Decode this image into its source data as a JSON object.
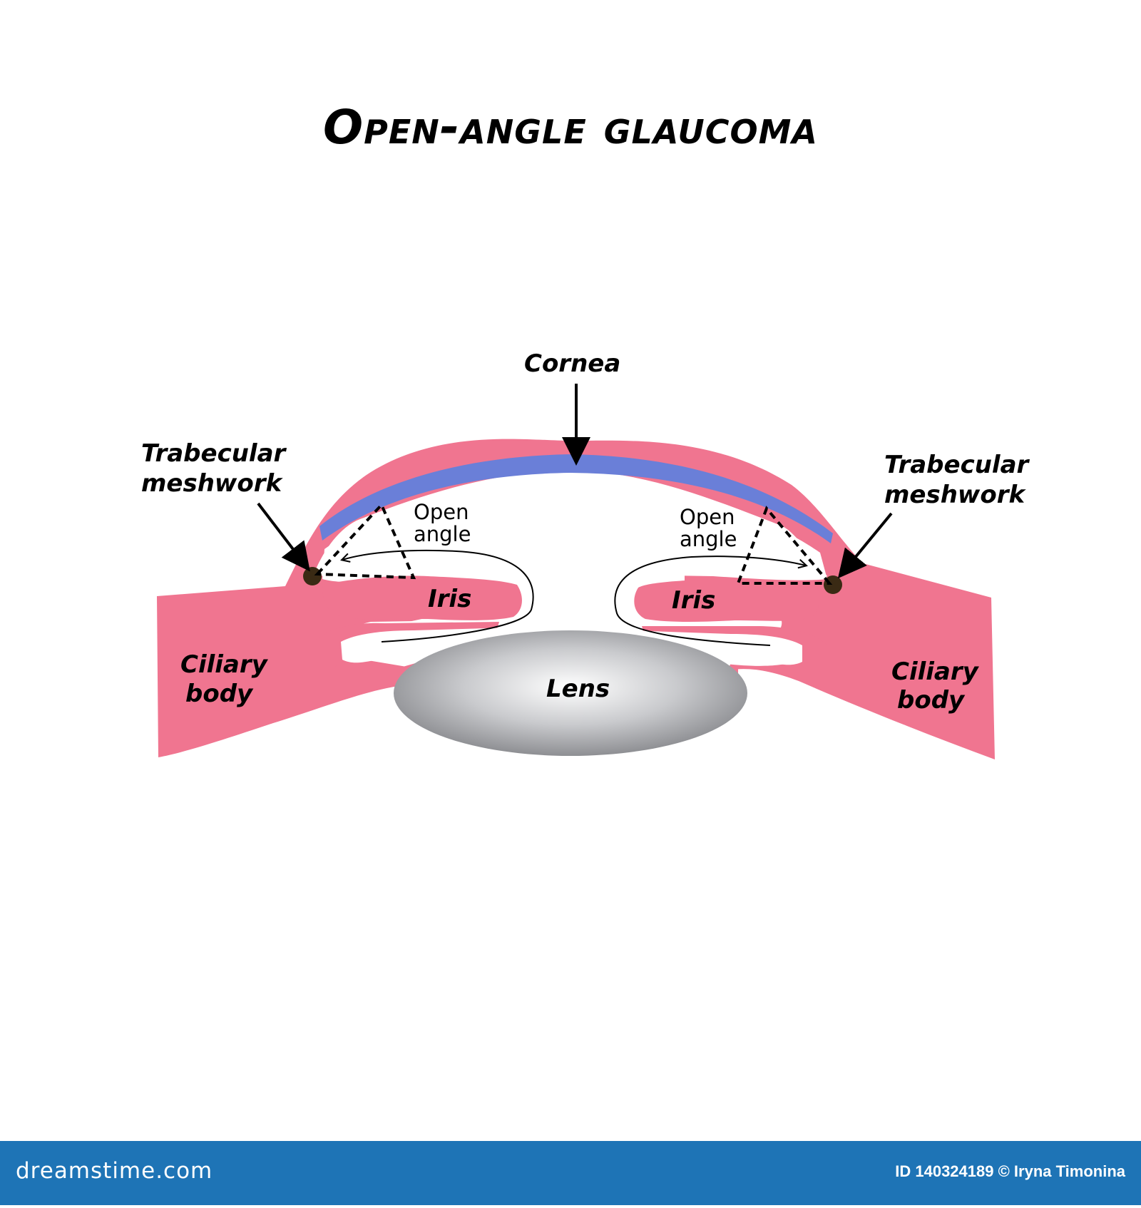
{
  "title": "Open-angle glaucoma",
  "labels": {
    "cornea": "Cornea",
    "trabecular_left_line1": "Trabecular",
    "trabecular_left_line2": "meshwork",
    "trabecular_right_line1": "Trabecular",
    "trabecular_right_line2": "meshwork",
    "open_angle_left_line1": "Open",
    "open_angle_left_line2": "angle",
    "open_angle_right_line1": "Open",
    "open_angle_right_line2": "angle",
    "iris_left": "Iris",
    "iris_right": "Iris",
    "ciliary_left_line1": "Ciliary",
    "ciliary_left_line2": "body",
    "ciliary_right_line1": "Ciliary",
    "ciliary_right_line2": "body",
    "lens": "Lens"
  },
  "colors": {
    "tissue_pink": "#f07590",
    "cornea_blue": "#6a7fd8",
    "cornea_edge": "#f5a3c7",
    "meshwork_brown": "#3a2a14",
    "footer_blue": "#1e74b6"
  },
  "footer": {
    "logo": "dreamstime.com",
    "credit": "ID 140324189 © Iryna Timonina"
  }
}
